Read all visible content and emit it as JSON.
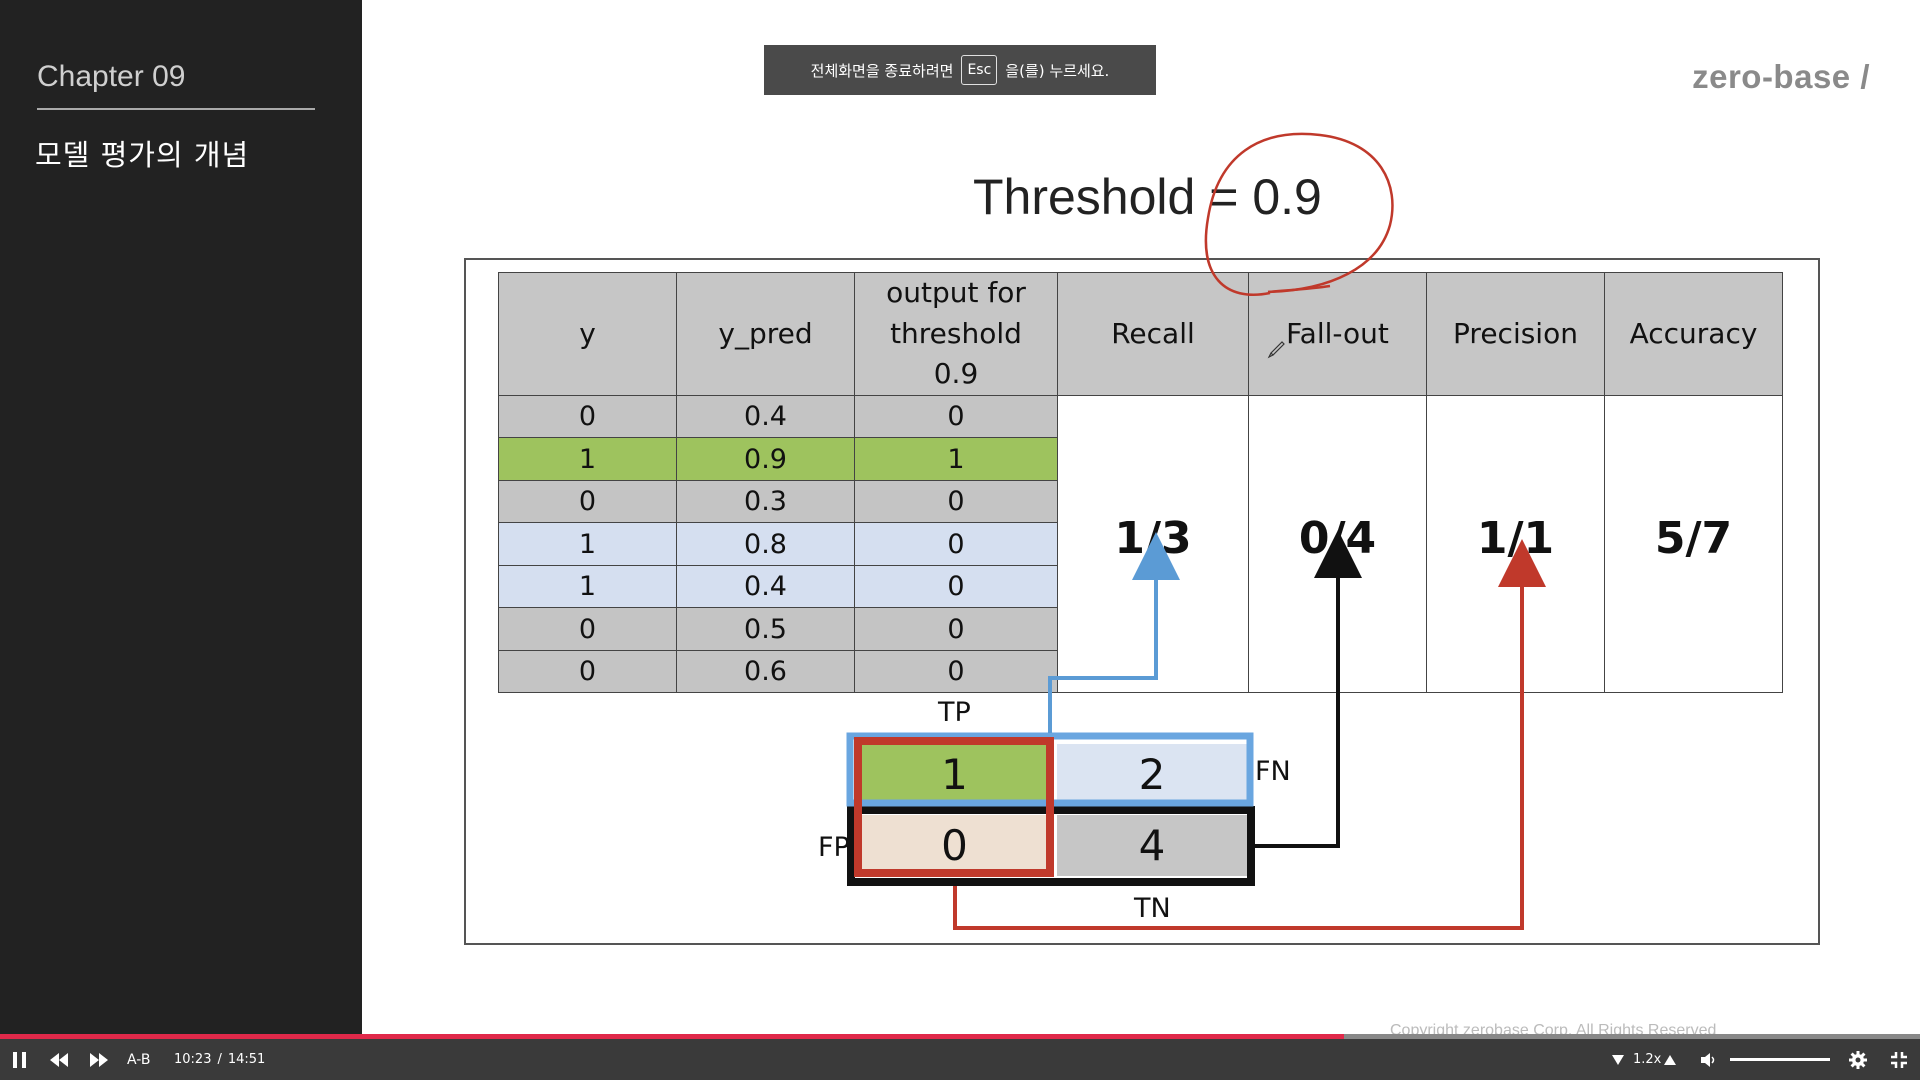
{
  "sidebar": {
    "chapter": "Chapter  09",
    "lesson_title": "모델 평가의 개념"
  },
  "toast": {
    "before": "전체화면을 종료하려면",
    "key": "Esc",
    "after": "을(를) 누르세요."
  },
  "brand": "zero-base /",
  "slide": {
    "title": "Threshold = 0.9",
    "table": {
      "headers": [
        "y",
        "y_pred",
        "output for threshold 0.9",
        "Recall",
        "Fall-out",
        "Precision",
        "Accuracy"
      ],
      "rows": [
        {
          "y": "0",
          "y_pred": "0.4",
          "output": "0",
          "color": "gray"
        },
        {
          "y": "1",
          "y_pred": "0.9",
          "output": "1",
          "color": "green"
        },
        {
          "y": "0",
          "y_pred": "0.3",
          "output": "0",
          "color": "gray"
        },
        {
          "y": "1",
          "y_pred": "0.8",
          "output": "0",
          "color": "blue"
        },
        {
          "y": "1",
          "y_pred": "0.4",
          "output": "0",
          "color": "blue"
        },
        {
          "y": "0",
          "y_pred": "0.5",
          "output": "0",
          "color": "gray"
        },
        {
          "y": "0",
          "y_pred": "0.6",
          "output": "0",
          "color": "gray"
        }
      ],
      "metrics": {
        "recall": "1/3",
        "fallout": "0/4",
        "precision": "1/1",
        "accuracy": "5/7"
      }
    },
    "confusion_matrix": {
      "tp": "1",
      "fn": "2",
      "fp": "0",
      "tn": "4",
      "labels": {
        "tp": "TP",
        "fn": "FN",
        "fp": "FP",
        "tn": "TN"
      }
    },
    "copyright": "Copyright zerobase Corp. All Rights Reserved"
  },
  "player": {
    "ab_label": "A-B",
    "time_current": "10:23",
    "time_sep": "/",
    "time_total": "14:51",
    "speed": "1.2x",
    "progress": 0.7,
    "volume": 1.0
  },
  "colors": {
    "accent_progress": "#e0294a",
    "green": "#9ec35e",
    "blue_cell": "#d5dff0",
    "tp_arrow": "#5b9bd5",
    "precision_arrow": "#c0392b"
  }
}
